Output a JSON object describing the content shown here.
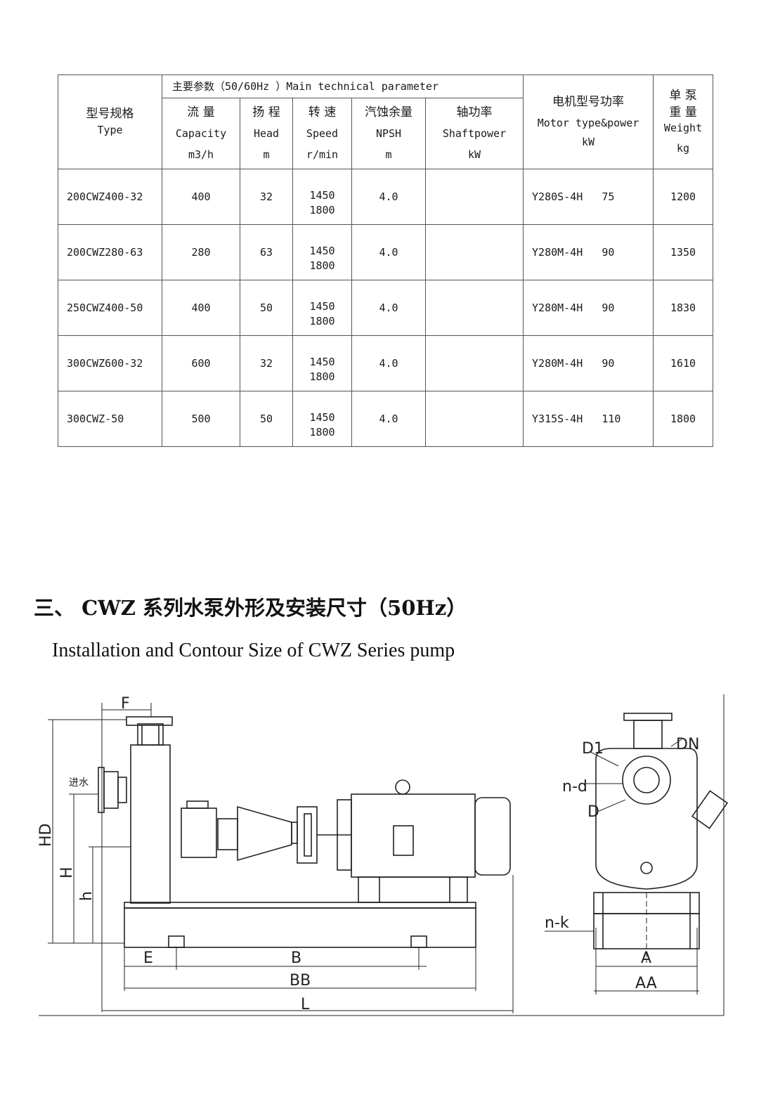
{
  "table": {
    "header": {
      "type_cn": "型号规格",
      "type_en": "Type",
      "main_params": "主要参数（50/60Hz  ）Main technical parameter",
      "motor_cn": "电机型号功率",
      "motor_en": "Motor type&power",
      "motor_unit": "kW",
      "weight_cn_1": "单  泵",
      "weight_cn_2": "重  量",
      "weight_en": "Weight",
      "weight_unit": "kg",
      "columns": [
        {
          "cn": "流 量",
          "en": "Capacity",
          "unit": "m3/h"
        },
        {
          "cn": "扬 程",
          "en": "Head",
          "unit": "m"
        },
        {
          "cn": "转 速",
          "en": "Speed",
          "unit": "r/min"
        },
        {
          "cn": "汽蚀余量",
          "en": "NPSH",
          "unit": "m"
        },
        {
          "cn": "轴功率",
          "en": "Shaftpower",
          "unit": "kW"
        }
      ]
    },
    "rows": [
      {
        "type": "200CWZ400-32",
        "capacity": "400",
        "head": "32",
        "speed_1": "1450",
        "speed_2": "1800",
        "npsh": "4.0",
        "shaftpower": "",
        "motor": "Y280S-4H   75",
        "weight": "1200"
      },
      {
        "type": "200CWZ280-63",
        "capacity": "280",
        "head": "63",
        "speed_1": "1450",
        "speed_2": "1800",
        "npsh": "4.0",
        "shaftpower": "",
        "motor": "Y280M-4H   90",
        "weight": "1350"
      },
      {
        "type": "250CWZ400-50",
        "capacity": "400",
        "head": "50",
        "speed_1": "1450",
        "speed_2": "1800",
        "npsh": "4.0",
        "shaftpower": "",
        "motor": "Y280M-4H   90",
        "weight": "1830"
      },
      {
        "type": "300CWZ600-32",
        "capacity": "600",
        "head": "32",
        "speed_1": "1450",
        "speed_2": "1800",
        "npsh": "4.0",
        "shaftpower": "",
        "motor": "Y280M-4H   90",
        "weight": "1610"
      },
      {
        "type": "300CWZ-50",
        "capacity": "500",
        "head": "50",
        "speed_1": "1450",
        "speed_2": "1800",
        "npsh": "4.0",
        "shaftpower": "",
        "motor": "Y315S-4H   110",
        "weight": "1800"
      }
    ]
  },
  "section": {
    "heading": "三、  CWZ 系列水泵外形及安装尺寸（50Hz）",
    "subtitle": "Installation and Contour Size of CWZ Series pump"
  },
  "drawing": {
    "labels": {
      "F": "F",
      "HD": "HD",
      "H": "H",
      "h": "h",
      "inlet": "进水",
      "E": "E",
      "B": "B",
      "BB": "BB",
      "L": "L",
      "D1": "D1",
      "DN": "DN",
      "nd": "n-d",
      "D": "D",
      "nk": "n-k",
      "A": "A",
      "AA": "AA"
    }
  }
}
